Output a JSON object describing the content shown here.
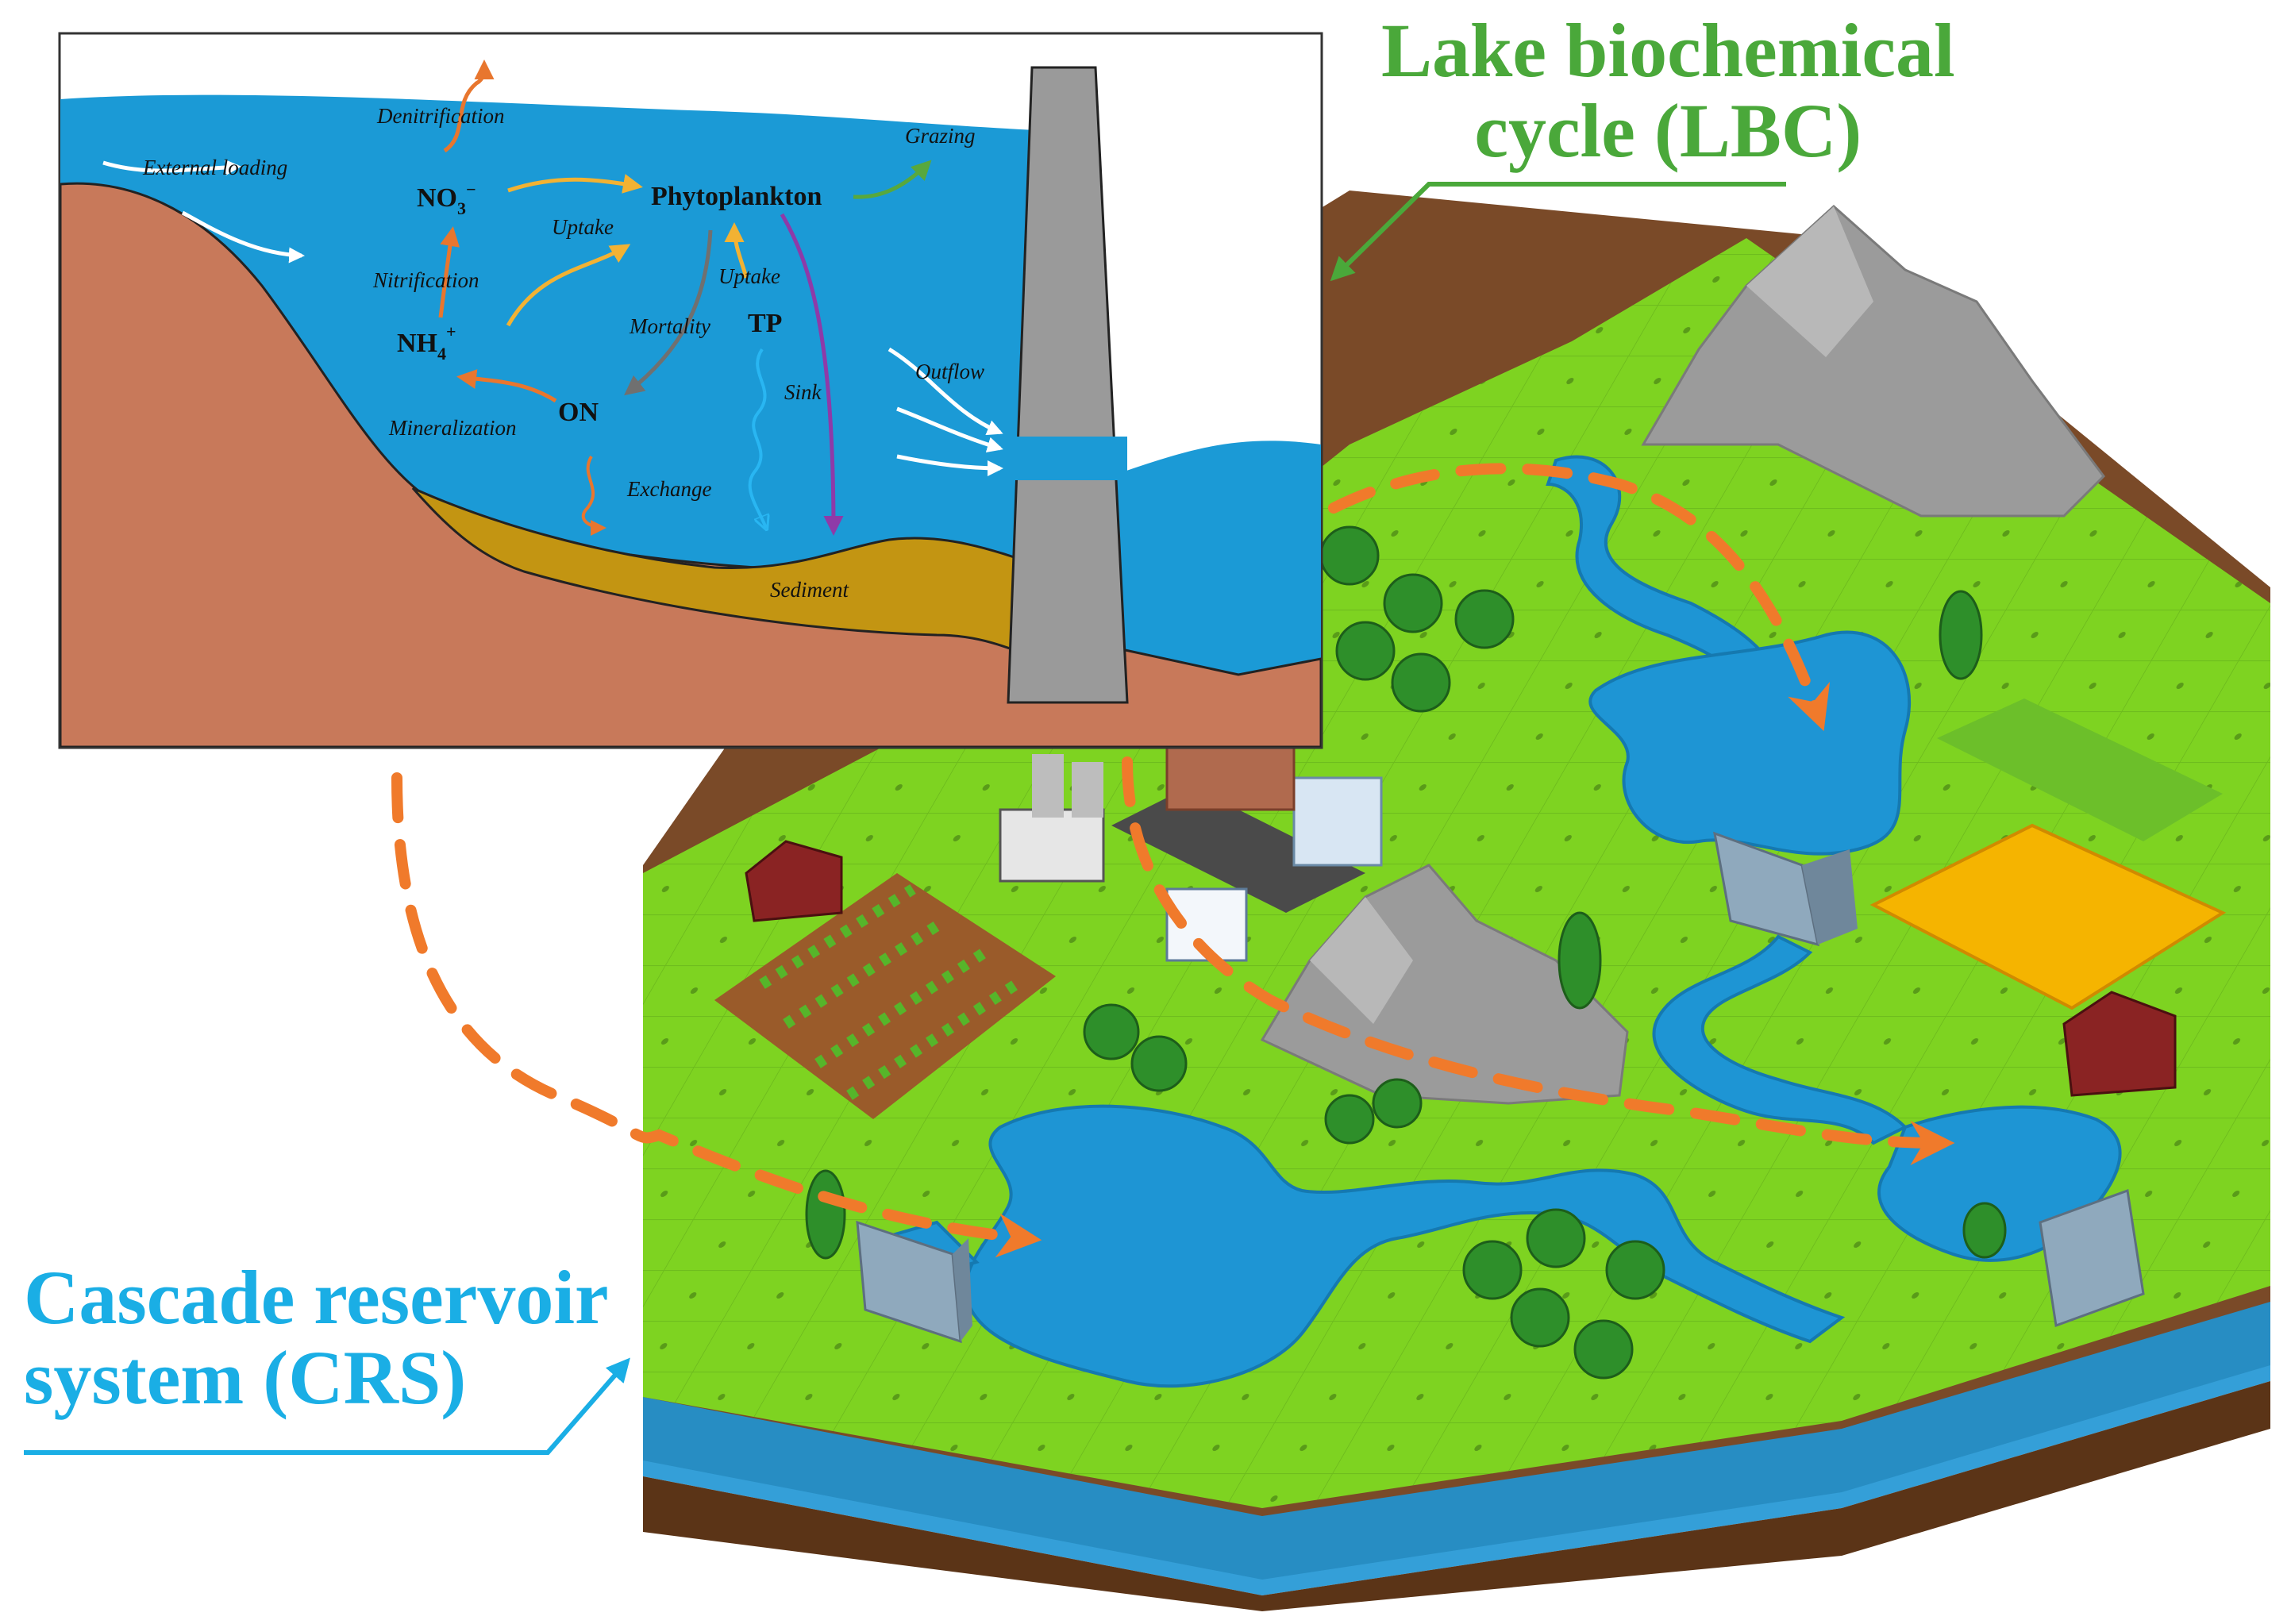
{
  "lbc": {
    "title_line1": "Lake biochemical",
    "title_line2": "cycle (LBC)",
    "color": "#4aa83a"
  },
  "crs": {
    "title_line1": "Cascade reservoir",
    "title_line2": "system (CRS)",
    "color": "#1aaee5"
  },
  "inset": {
    "labels": {
      "denitrification": "Denitrification",
      "external_loading": "External loading",
      "no3": "NO",
      "no3_sub": "3",
      "no3_sup": "−",
      "phytoplankton": "Phytoplankton",
      "grazing": "Grazing",
      "uptake_left": "Uptake",
      "uptake_right": "Uptake",
      "nitrification": "Nitrification",
      "nh4": "NH",
      "nh4_sub": "4",
      "nh4_sup": "+",
      "mortality": "Mortality",
      "tp": "TP",
      "sink": "Sink",
      "outflow": "Outflow",
      "mineralization": "Mineralization",
      "on": "ON",
      "exchange": "Exchange",
      "sediment": "Sediment"
    },
    "colors": {
      "water": "#1b9ad6",
      "soil": "#c8795a",
      "sediment": "#c39512",
      "dam": "#9a9a9a",
      "nitrogen_arrow": "#e8762e",
      "uptake_arrow": "#f2b233",
      "grazing_arrow": "#58a83d",
      "mortality_arrow": "#707070",
      "tp_arrow": "#29b6f2",
      "sink_arrow": "#8e3aa8",
      "flow_arrow": "#ffffff"
    }
  },
  "landscape": {
    "colors": {
      "grass": "#7ed321",
      "grass_line": "#5fa81a",
      "soil": "#7a4a28",
      "water": "#1e95d4",
      "rock": "#9b9b9b",
      "path": "#f07a2b"
    }
  }
}
